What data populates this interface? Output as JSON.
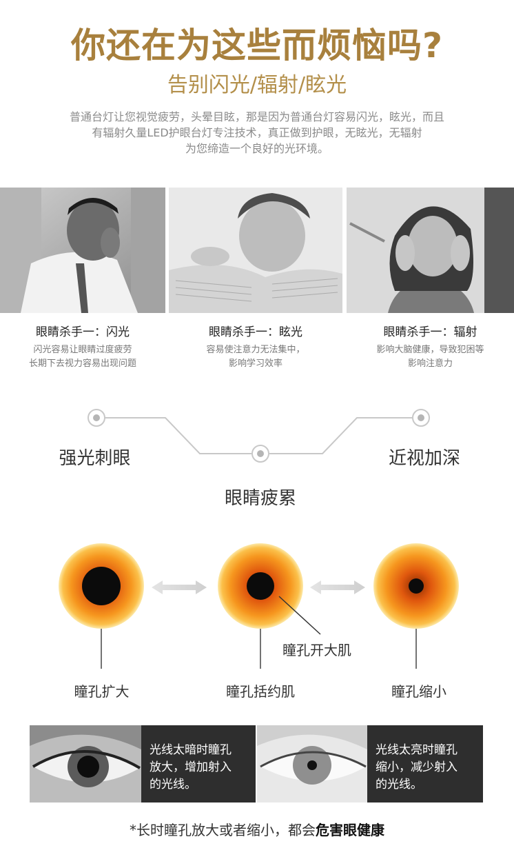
{
  "header": {
    "title": "你还在为这些而烦恼吗?",
    "subtitle": "告别闪光/辐射/眩光",
    "intro_lines": [
      "普通台灯让您视觉疲劳，头晕目眩，那是因为普通台灯容易闪光，眩光，而且",
      "有辐射久量LED护眼台灯专注技术，真正做到护眼，无眩光，无辐射",
      "为您缔造一个良好的光环境。"
    ]
  },
  "killers": [
    {
      "title": "眼睛杀手一：闪光",
      "desc1": "闪光容易让眼睛过度疲劳",
      "desc2": "长期下去视力容易出现问题"
    },
    {
      "title": "眼睛杀手一：眩光",
      "desc1": "容易使注意力无法集中，",
      "desc2": "影响学习效率"
    },
    {
      "title": "眼睛杀手一：辐射",
      "desc1": "影响大脑健康，导致犯困等",
      "desc2": "影响注意力"
    }
  ],
  "flow": {
    "left": "强光刺眼",
    "middle": "眼睛疲累",
    "right": "近视加深"
  },
  "pupils": {
    "left": "瞳孔扩大",
    "middle": "瞳孔括约肌",
    "callout": "瞳孔开大肌",
    "right": "瞳孔缩小"
  },
  "panels": [
    {
      "lines": [
        "光线太暗时瞳孔",
        "放大，增加射入",
        "的光线。"
      ]
    },
    {
      "lines": [
        "光线太亮时瞳孔",
        "缩小，减少射入",
        "的光线。"
      ]
    }
  ],
  "footer": {
    "note_prefix": "*长时瞳孔放大或者缩小，都会",
    "note_emphasis": "危害眼健康"
  },
  "colors": {
    "title_gold": "#a8803d",
    "subtitle_gold": "#b38f4a",
    "panel_dark": "#2e2e2e",
    "iris_orange": "#f08a1c",
    "flow_line": "#c8c8c8"
  }
}
